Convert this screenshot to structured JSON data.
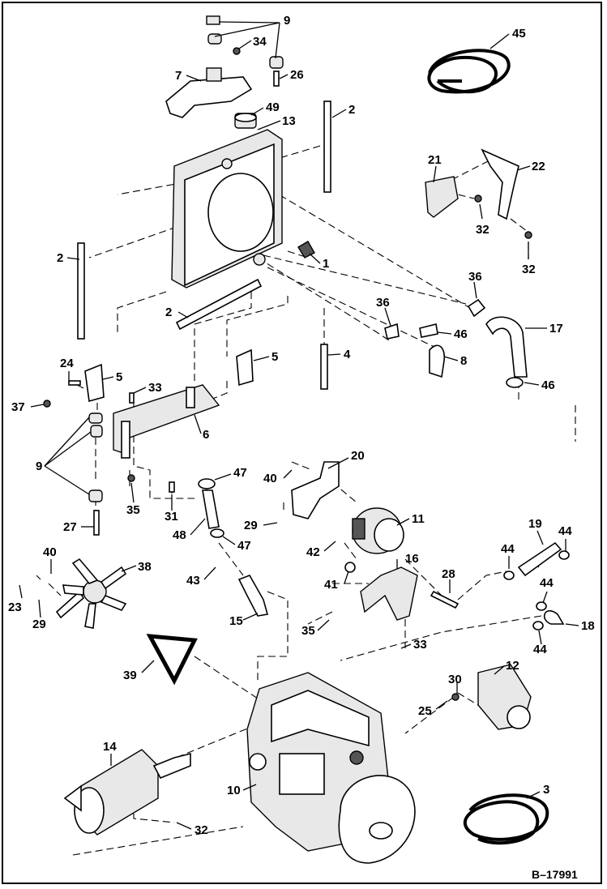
{
  "diagram": {
    "reference_code": "B–17991",
    "callouts": [
      {
        "id": "c9a",
        "text": "9"
      },
      {
        "id": "c34",
        "text": "34"
      },
      {
        "id": "c7",
        "text": "7"
      },
      {
        "id": "c26",
        "text": "26"
      },
      {
        "id": "c49",
        "text": "49"
      },
      {
        "id": "c13",
        "text": "13"
      },
      {
        "id": "c2a",
        "text": "2"
      },
      {
        "id": "c45",
        "text": "45"
      },
      {
        "id": "c21",
        "text": "21"
      },
      {
        "id": "c22",
        "text": "22"
      },
      {
        "id": "c32a",
        "text": "32"
      },
      {
        "id": "c32b",
        "text": "32"
      },
      {
        "id": "c2b",
        "text": "2"
      },
      {
        "id": "c1",
        "text": "1"
      },
      {
        "id": "c36a",
        "text": "36"
      },
      {
        "id": "c2c",
        "text": "2"
      },
      {
        "id": "c36b",
        "text": "36"
      },
      {
        "id": "c46a",
        "text": "46"
      },
      {
        "id": "c17",
        "text": "17"
      },
      {
        "id": "c4",
        "text": "4"
      },
      {
        "id": "c8",
        "text": "8"
      },
      {
        "id": "c46b",
        "text": "46"
      },
      {
        "id": "c24",
        "text": "24"
      },
      {
        "id": "c5a",
        "text": "5"
      },
      {
        "id": "c5b",
        "text": "5"
      },
      {
        "id": "c33a",
        "text": "33"
      },
      {
        "id": "c37",
        "text": "37"
      },
      {
        "id": "c6",
        "text": "6"
      },
      {
        "id": "c9b",
        "text": "9"
      },
      {
        "id": "c20",
        "text": "20"
      },
      {
        "id": "c47a",
        "text": "47"
      },
      {
        "id": "c40a",
        "text": "40"
      },
      {
        "id": "c35a",
        "text": "35"
      },
      {
        "id": "c31",
        "text": "31"
      },
      {
        "id": "c27",
        "text": "27"
      },
      {
        "id": "c29a",
        "text": "29"
      },
      {
        "id": "c11",
        "text": "11"
      },
      {
        "id": "c48",
        "text": "48"
      },
      {
        "id": "c47b",
        "text": "47"
      },
      {
        "id": "c19",
        "text": "19"
      },
      {
        "id": "c44a",
        "text": "44"
      },
      {
        "id": "c44b",
        "text": "44"
      },
      {
        "id": "c42",
        "text": "42"
      },
      {
        "id": "c16",
        "text": "16"
      },
      {
        "id": "c40b",
        "text": "40"
      },
      {
        "id": "c38",
        "text": "38"
      },
      {
        "id": "c28",
        "text": "28"
      },
      {
        "id": "c43",
        "text": "43"
      },
      {
        "id": "c41",
        "text": "41"
      },
      {
        "id": "c23",
        "text": "23"
      },
      {
        "id": "c29b",
        "text": "29"
      },
      {
        "id": "c44c",
        "text": "44"
      },
      {
        "id": "c15",
        "text": "15"
      },
      {
        "id": "c35b",
        "text": "35"
      },
      {
        "id": "c18",
        "text": "18"
      },
      {
        "id": "c44d",
        "text": "44"
      },
      {
        "id": "c33b",
        "text": "33"
      },
      {
        "id": "c39",
        "text": "39"
      },
      {
        "id": "c12",
        "text": "12"
      },
      {
        "id": "c30",
        "text": "30"
      },
      {
        "id": "c25",
        "text": "25"
      },
      {
        "id": "c14",
        "text": "14"
      },
      {
        "id": "c10",
        "text": "10"
      },
      {
        "id": "c3",
        "text": "3"
      },
      {
        "id": "c32c",
        "text": "32"
      }
    ]
  }
}
